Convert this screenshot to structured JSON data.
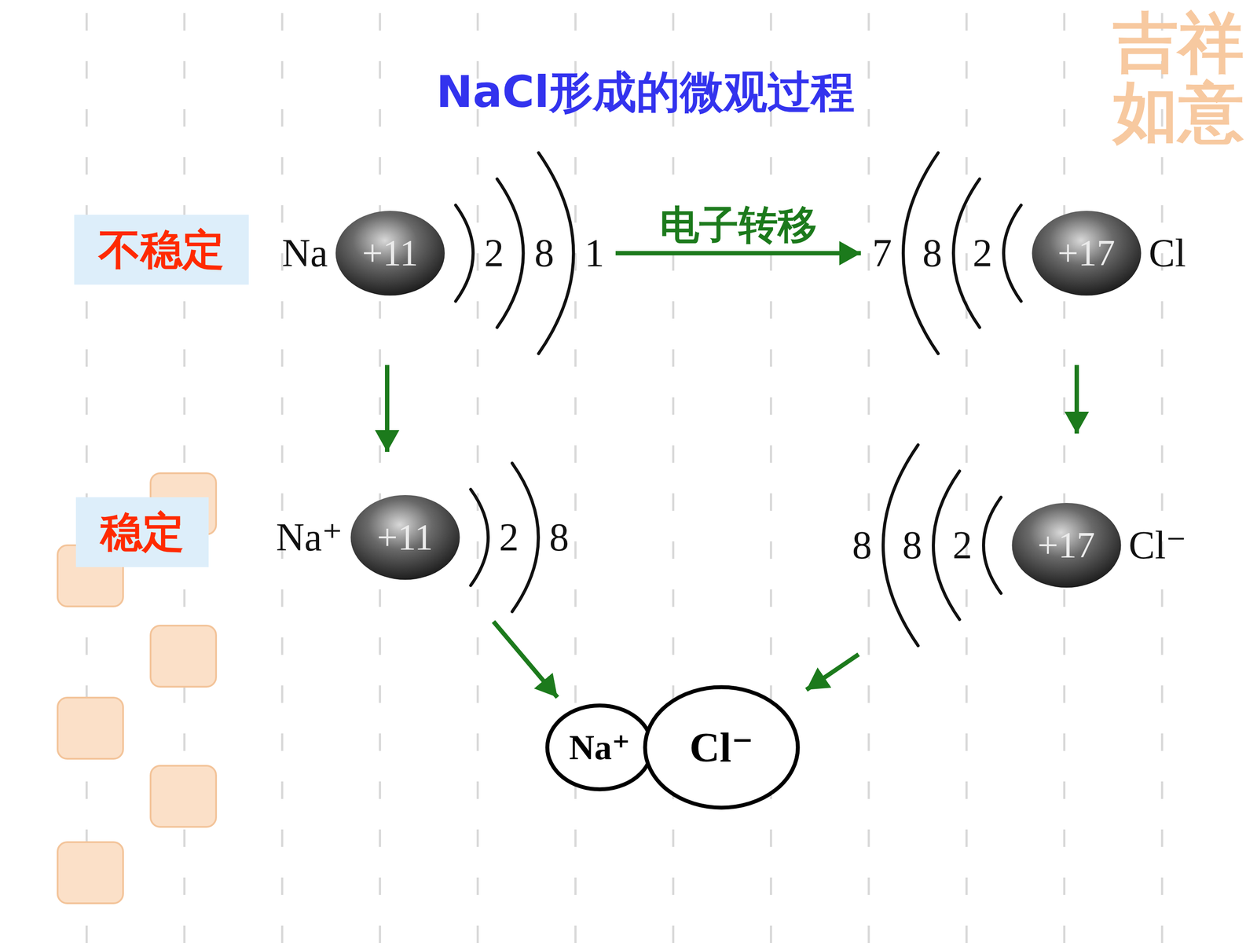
{
  "diagram": {
    "title": "NaCl形成的微观过程",
    "nodes": [
      {
        "text": [
          "不稳定"
        ]
      },
      {
        "text": [
          "Na",
          "+11",
          "2",
          "8",
          "1"
        ]
      },
      {
        "text": [
          "7",
          "8",
          "2",
          "+17",
          "Cl"
        ]
      },
      {
        "text": [
          "稳定"
        ]
      },
      {
        "text": [
          "Na⁺",
          "+11",
          "2",
          "8"
        ]
      },
      {
        "text": [
          "8",
          "8",
          "2",
          "+17",
          "Cl⁻"
        ]
      },
      {
        "text": [
          "Na⁺"
        ]
      },
      {
        "text": [
          "Cl⁻"
        ]
      }
    ],
    "edges": [
      {
        "from": 1,
        "to": 2,
        "label": "电子转移",
        "arrow": "to"
      },
      {
        "from": 1,
        "to": 4,
        "arrow": "to"
      },
      {
        "from": 2,
        "to": 5,
        "arrow": "to"
      },
      {
        "from": 4,
        "to": 6,
        "arrow": "to"
      },
      {
        "from": 5,
        "to": 7,
        "arrow": "to"
      }
    ],
    "labels": [
      "吉祥如意"
    ]
  }
}
